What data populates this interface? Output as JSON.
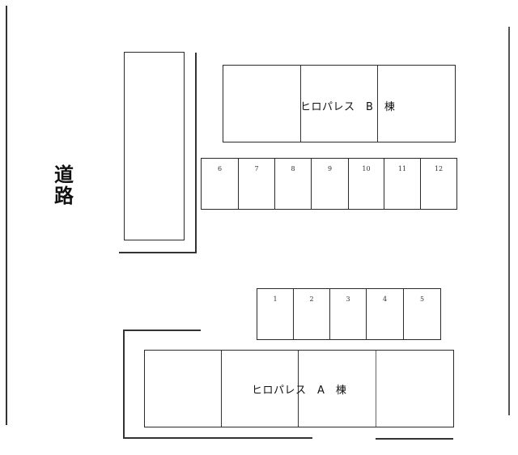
{
  "road_label": {
    "line1": "道",
    "line2": "路"
  },
  "building_b": {
    "label": "ヒロパレス　B　棟"
  },
  "building_a": {
    "label": "ヒロパレス　A　棟"
  },
  "parking_upper": [
    "6",
    "7",
    "8",
    "9",
    "10",
    "11",
    "12"
  ],
  "parking_lower": [
    "1",
    "2",
    "3",
    "4",
    "5"
  ]
}
